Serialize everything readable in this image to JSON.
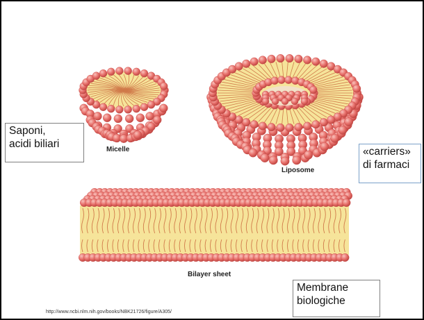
{
  "structures": [
    {
      "id": "micelle",
      "label": "Micelle"
    },
    {
      "id": "liposome",
      "label": "Liposome"
    },
    {
      "id": "bilayer",
      "label": "Bilayer sheet"
    }
  ],
  "notes": {
    "micelle": [
      "Saponi,",
      "acidi biliari"
    ],
    "liposome": [
      "«carriers»",
      "di farmaci"
    ],
    "bilayer": [
      "Membrane",
      "biologiche"
    ]
  },
  "source_url": "http://www.ncbi.nlm.nih.gov/books/NBK21726/figure/A305/",
  "colors": {
    "head": "#e8726d",
    "head_shade": "#c94a47",
    "head_highlight": "#f7b3ad",
    "tail": "#f6e49a",
    "tail_line": "#d07a4a",
    "liposome_note_border": "#7aa0c8"
  }
}
